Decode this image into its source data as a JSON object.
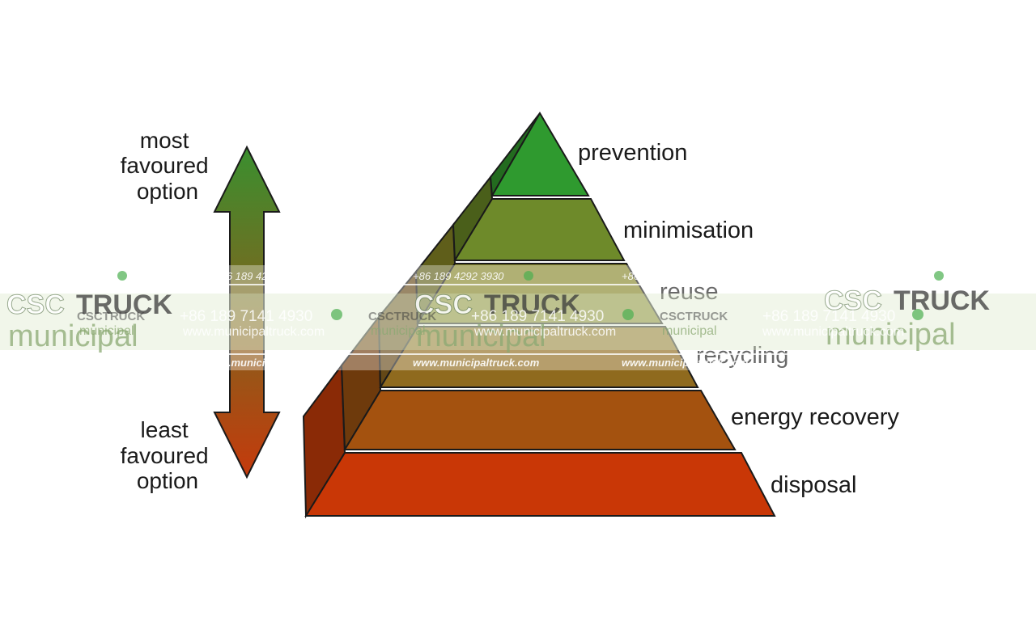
{
  "arrow": {
    "top_label": [
      "most",
      "favoured",
      "option"
    ],
    "bottom_label": [
      "least",
      "favoured",
      "option"
    ],
    "color_top": "#3a8f2f",
    "color_bottom": "#c53a0c"
  },
  "levels": [
    {
      "label": "prevention",
      "color": "#2f9a2f",
      "side": "#236b1f"
    },
    {
      "label": "minimisation",
      "color": "#6e8a2a",
      "side": "#4a5f1a"
    },
    {
      "label": "reuse",
      "color": "#86862a",
      "side": "#5f5e1a"
    },
    {
      "label": "recycling",
      "color": "#8f6a1e",
      "side": "#644816"
    },
    {
      "label": "energy recovery",
      "color": "#a4520f",
      "side": "#6e3a0c"
    },
    {
      "label": "disposal",
      "color": "#c93706",
      "side": "#8a2a06"
    }
  ],
  "watermark": {
    "phone_a": "+86 189 4292 3930",
    "phone_b": "+86 189 7141 4930",
    "brand_a": "CSC",
    "brand_b": "TRUCK",
    "sub": "municipal",
    "url": "www.municipaltruck.com",
    "url_italic": "www.municipaltruck.com"
  }
}
